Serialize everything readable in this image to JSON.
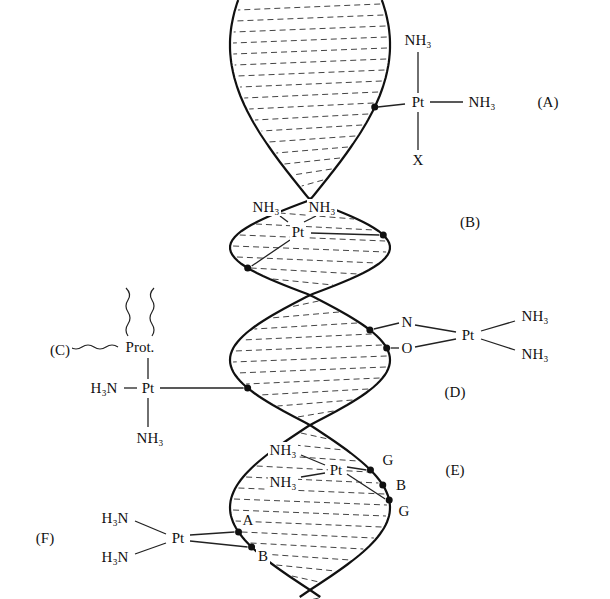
{
  "diagram": {
    "labels": [
      "NH₃",
      "Pt",
      "NH₃",
      "X",
      "(A)",
      "NH₃",
      "NH₃",
      "Pt",
      "(B)",
      "Prot.",
      "(C)",
      "H₃N",
      "Pt",
      "NH₃",
      "N",
      "O",
      "Pt",
      "NH₃",
      "NH₃",
      "(D)",
      "G",
      "B",
      "G",
      "NH₃",
      "NH₃",
      "Pt",
      "(E)",
      "(F)",
      "H₃N",
      "H₃N",
      "Pt",
      "A",
      "B"
    ]
  }
}
